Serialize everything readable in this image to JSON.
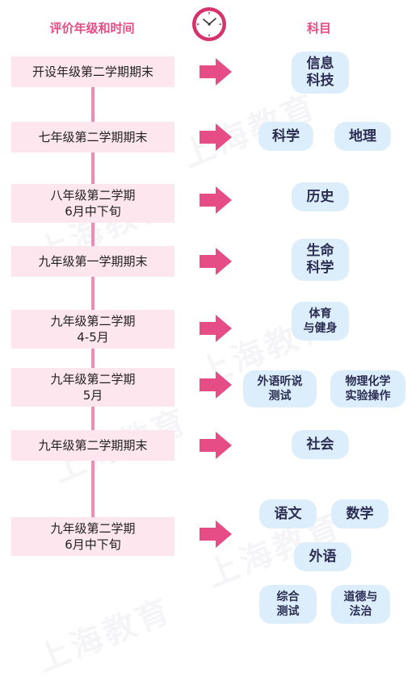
{
  "header": {
    "left_title": "评价年级和时间",
    "right_title": "科目",
    "clock_icon": "clock-icon"
  },
  "colors": {
    "accent": "#e64c86",
    "time_box": "#fde6ee",
    "subject_bubble": "#dceefc",
    "timeline": "#ee8db2"
  },
  "watermark": "上海教育",
  "rows": [
    {
      "time": "开设年级第二学期期末",
      "subjects": [
        "信息\n科技"
      ]
    },
    {
      "time": "七年级第二学期期末",
      "subjects": [
        "科学",
        "地理"
      ]
    },
    {
      "time": "八年级第二学期\n6月中下旬",
      "subjects": [
        "历史"
      ]
    },
    {
      "time": "九年级第一学期期末",
      "subjects": [
        "生命\n科学"
      ]
    },
    {
      "time": "九年级第二学期\n4-5月",
      "subjects": [
        "体育\n与健身"
      ]
    },
    {
      "time": "九年级第二学期\n5月",
      "subjects": [
        "外语听说\n测试",
        "物理化学\n实验操作"
      ]
    },
    {
      "time": "九年级第二学期期末",
      "subjects": [
        "社会"
      ]
    },
    {
      "time": "九年级第二学期\n6月中下旬",
      "subjects": [
        "语文",
        "数学",
        "外语",
        "综合\n测试",
        "道德与\n法治"
      ]
    }
  ]
}
